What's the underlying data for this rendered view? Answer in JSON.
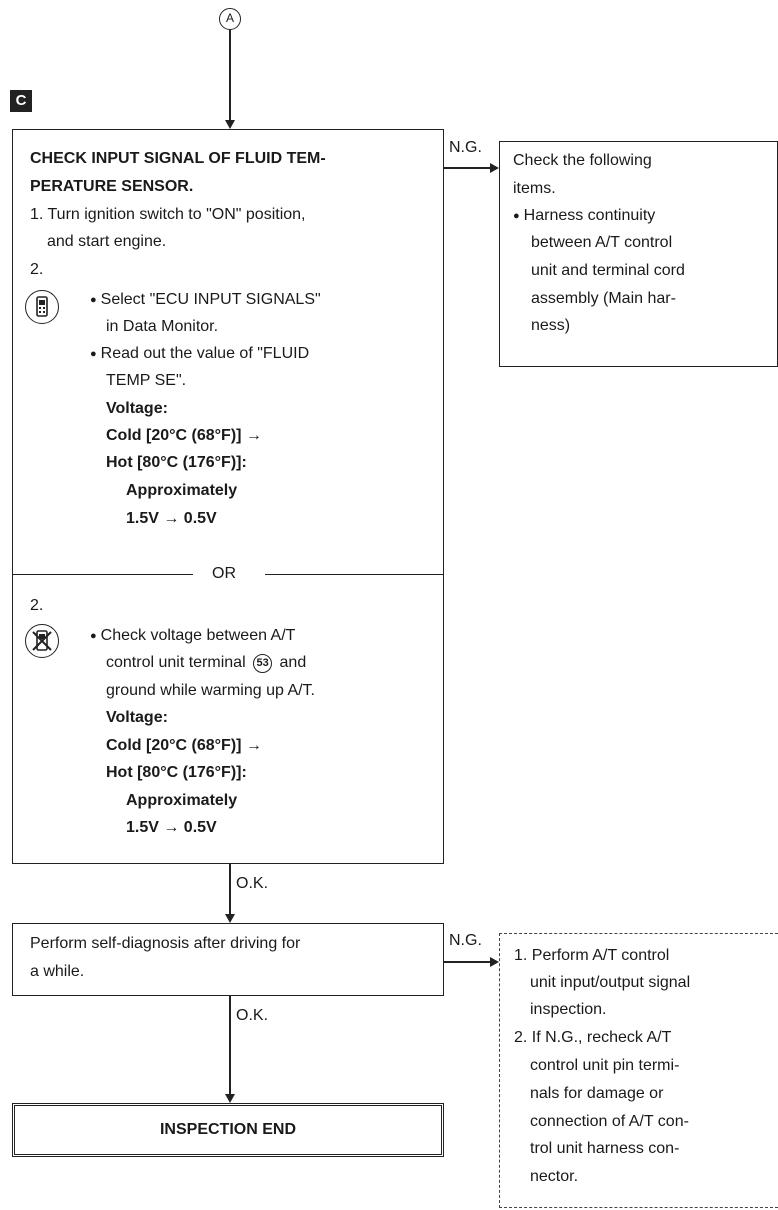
{
  "connector_top": "A",
  "section_marker": "C",
  "box1": {
    "title_line1": "CHECK INPUT SIGNAL OF FLUID TEM-",
    "title_line2": "PERATURE SENSOR.",
    "step1_line1": "1. Turn ignition switch to \"ON\" position,",
    "step1_line2": "and start engine.",
    "step2_num": "2.",
    "bullet1_line1": "Select \"ECU INPUT SIGNALS\"",
    "bullet1_line2": "in Data Monitor.",
    "bullet2_line1": "Read out the value of \"FLUID",
    "bullet2_line2": "TEMP SE\".",
    "voltage_label": "Voltage:",
    "cold": "Cold [20°C (68°F)] →",
    "hot": "Hot [80°C (176°F)]:",
    "approx": "Approximately",
    "range": "1.5V → 0.5V",
    "or": "OR",
    "alt_num": "2.",
    "alt_bullet_line1": "Check voltage between A/T",
    "alt_bullet_line2_pre": "control unit terminal",
    "alt_terminal": "53",
    "alt_bullet_line2_post": "and",
    "alt_bullet_line3": "ground while warming up A/T.",
    "alt_voltage_label": "Voltage:",
    "alt_cold": "Cold [20°C (68°F)] →",
    "alt_hot": "Hot [80°C (176°F)]:",
    "alt_approx": "Approximately",
    "alt_range": "1.5V → 0.5V"
  },
  "ng1": "N.G.",
  "side1": {
    "line1": "Check the following",
    "line2": "items.",
    "line3": "Harness continuity",
    "line4": "between A/T control",
    "line5": "unit and terminal cord",
    "line6": "assembly (Main har-",
    "line7": "ness)"
  },
  "ok1": "O.K.",
  "box2": {
    "line1": "Perform self-diagnosis after driving for",
    "line2": "a while."
  },
  "ng2": "N.G.",
  "side2": {
    "line1": "1. Perform A/T control",
    "line2": "unit input/output signal",
    "line3": "inspection.",
    "line4": "2. If N.G., recheck A/T",
    "line5": "control unit pin termi-",
    "line6": "nals for damage or",
    "line7": "connection of A/T con-",
    "line8": "trol unit harness con-",
    "line9": "nector."
  },
  "ok2": "O.K.",
  "end_label": "INSPECTION END",
  "icons": {
    "consult": "consult-tester-icon",
    "no_consult": "no-consult-tester-icon",
    "bullet": "filled-circle"
  }
}
